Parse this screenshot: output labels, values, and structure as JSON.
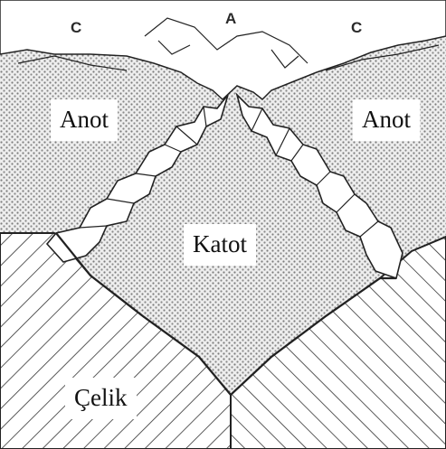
{
  "labels": {
    "anode_left": "Anot",
    "anode_right": "Anot",
    "cathode": "Katot",
    "steel": "Çelik"
  },
  "top_tags": {
    "c_left": "C",
    "a_center": "A",
    "c_right": "C"
  },
  "colors": {
    "line": "#222222",
    "stipple": "#7d7d7d",
    "background": "#ffffff"
  }
}
